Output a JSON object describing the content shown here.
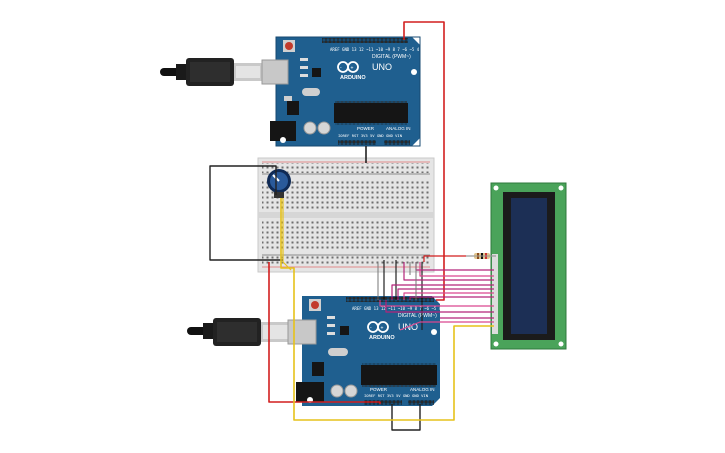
{
  "arduino_top": {
    "logo_text": "ARDUINO",
    "model_text": "UNO",
    "digital_label": "DIGITAL (PWM~)",
    "power_label": "POWER",
    "analog_label": "ANALOG IN",
    "board_color": "#1f5f8f"
  },
  "arduino_bottom": {
    "logo_text": "ARDUINO",
    "model_text": "UNO",
    "digital_label": "DIGITAL (PWM~)",
    "power_label": "POWER",
    "analog_label": "ANALOG IN",
    "board_color": "#1f5f8f"
  },
  "lcd": {
    "pcb_color": "#4aa35a",
    "screen_color": "#1c2f55"
  },
  "wire_colors": {
    "red": "#d21f1f",
    "black": "#222222",
    "yellow": "#e6c21a",
    "magenta": "#b3257a",
    "pink": "#d9468f"
  },
  "icons": [
    "usb-cable-icon",
    "potentiometer-icon",
    "resistor-icon"
  ]
}
